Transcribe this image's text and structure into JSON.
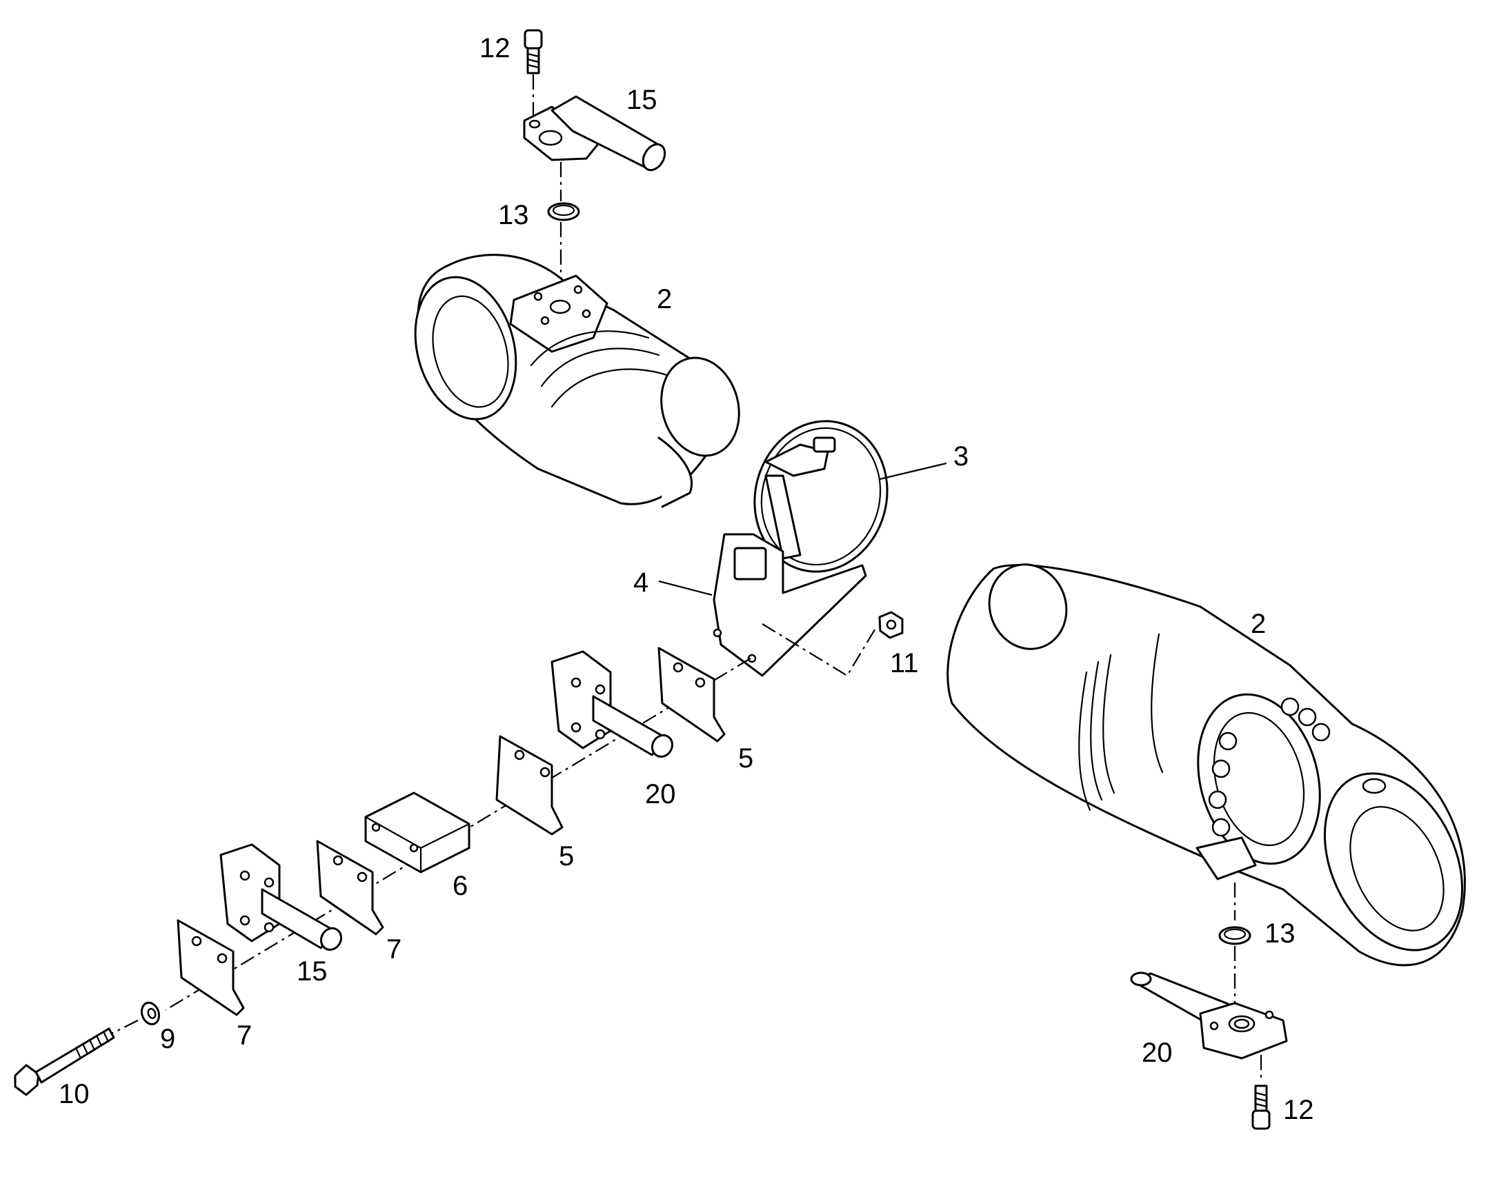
{
  "callouts": [
    {
      "id": "lbl-12-top",
      "text": "12"
    },
    {
      "id": "lbl-15-top",
      "text": "15"
    },
    {
      "id": "lbl-13-top",
      "text": "13"
    },
    {
      "id": "lbl-2-left",
      "text": "2"
    },
    {
      "id": "lbl-3",
      "text": "3"
    },
    {
      "id": "lbl-4",
      "text": "4"
    },
    {
      "id": "lbl-11",
      "text": "11"
    },
    {
      "id": "lbl-2-right",
      "text": "2"
    },
    {
      "id": "lbl-5-upper",
      "text": "5"
    },
    {
      "id": "lbl-20-mid",
      "text": "20"
    },
    {
      "id": "lbl-5-lower",
      "text": "5"
    },
    {
      "id": "lbl-6",
      "text": "6"
    },
    {
      "id": "lbl-7-upper",
      "text": "7"
    },
    {
      "id": "lbl-15-lower",
      "text": "15"
    },
    {
      "id": "lbl-7-lower",
      "text": "7"
    },
    {
      "id": "lbl-9",
      "text": "9"
    },
    {
      "id": "lbl-10",
      "text": "10"
    },
    {
      "id": "lbl-13-right",
      "text": "13"
    },
    {
      "id": "lbl-20-right",
      "text": "20"
    },
    {
      "id": "lbl-12-bottom",
      "text": "12"
    }
  ]
}
